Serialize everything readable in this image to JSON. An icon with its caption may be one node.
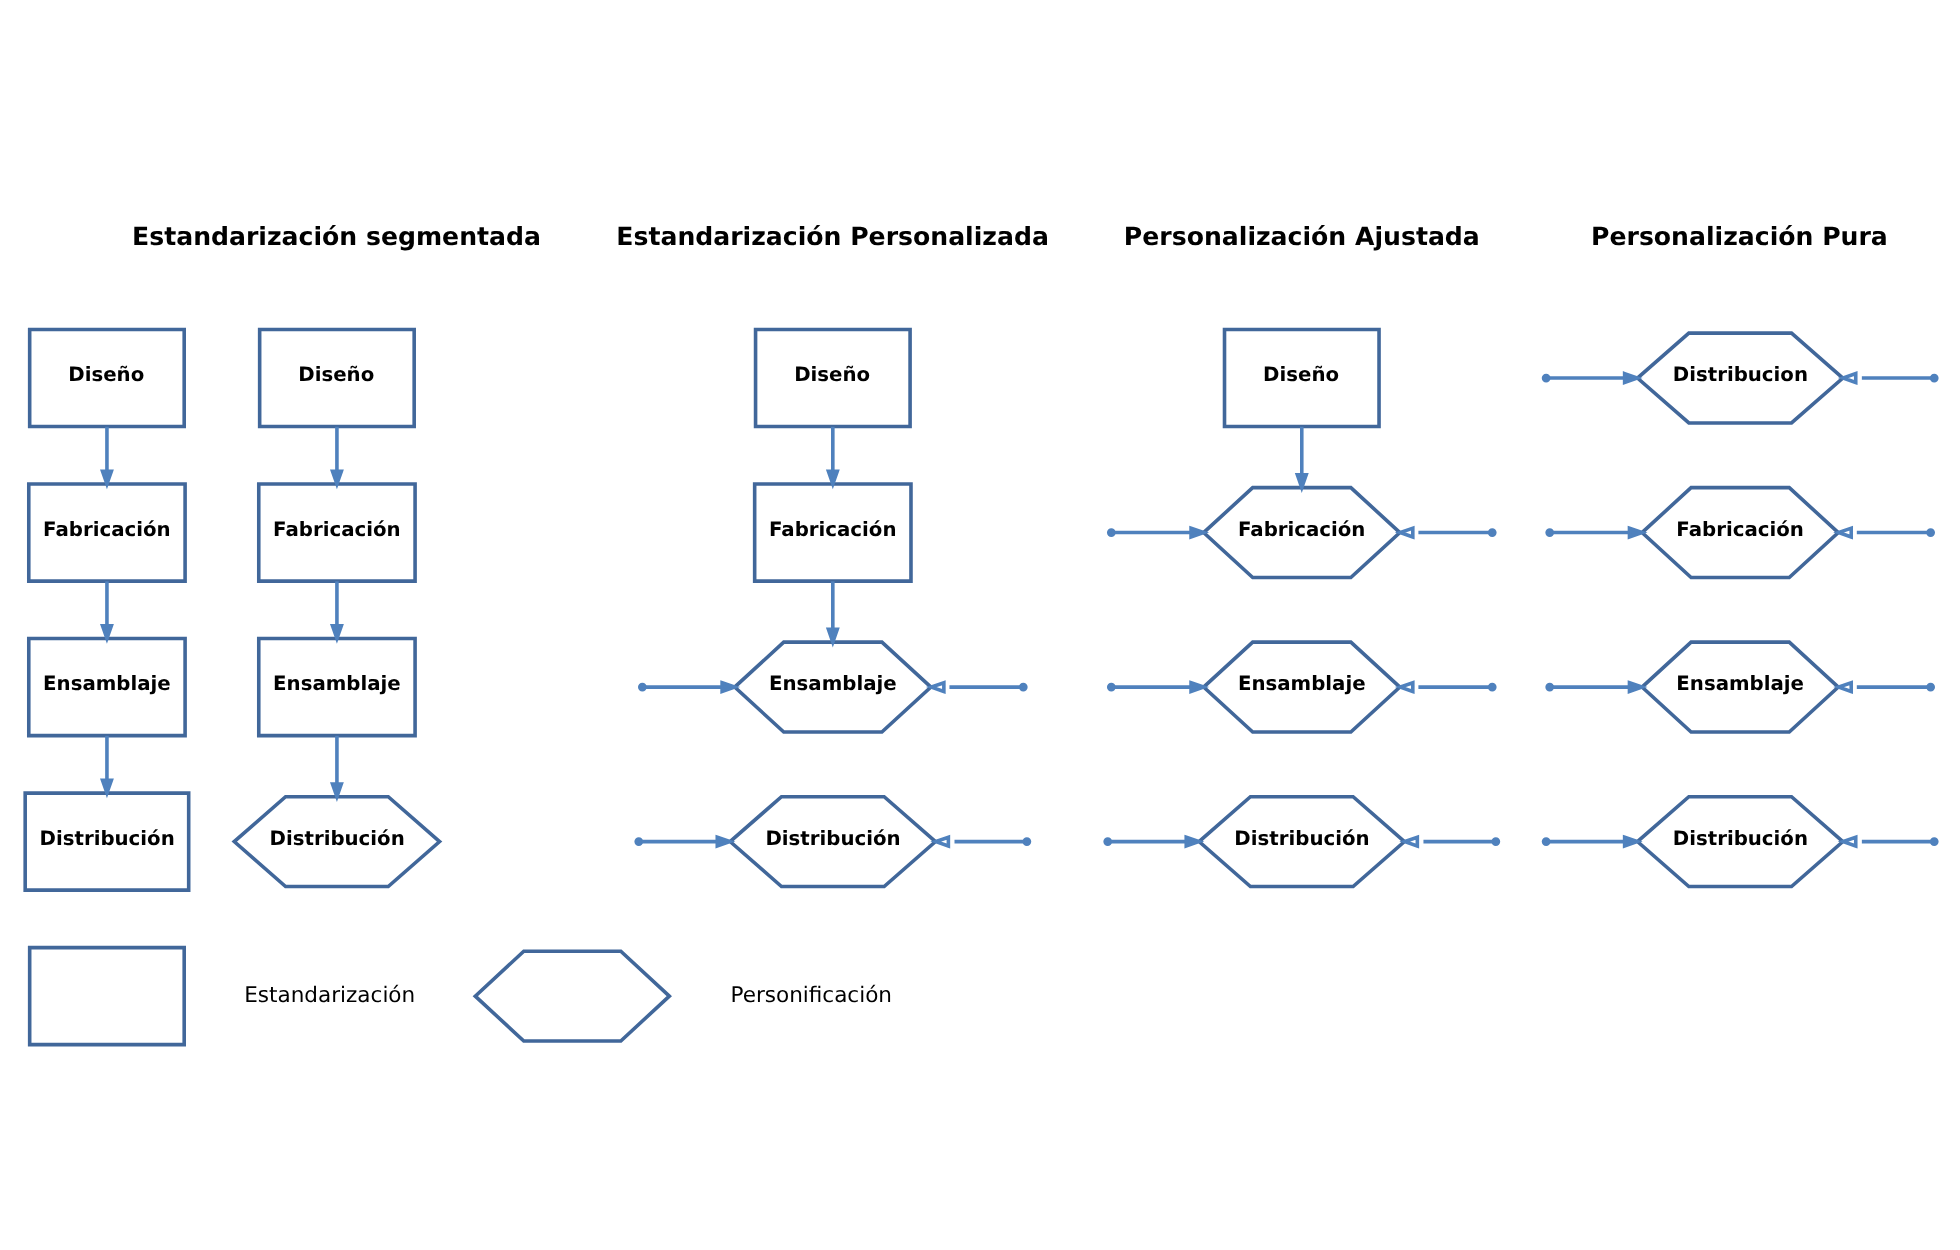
{
  "diagram": {
    "nodes": [
      {
        "text": [
          "Diseño"
        ]
      },
      {
        "text": [
          "Fabricación"
        ]
      },
      {
        "text": [
          "Ensamblaje"
        ]
      },
      {
        "text": [
          "Distribución"
        ]
      },
      {
        "text": [
          "Diseño"
        ]
      },
      {
        "text": [
          "Fabricación"
        ]
      },
      {
        "text": [
          "Ensamblaje"
        ]
      },
      {
        "text": [
          "Distribución"
        ]
      },
      {
        "text": [
          "Diseño"
        ]
      },
      {
        "text": [
          "Fabricación"
        ]
      },
      {
        "text": [
          "Ensamblaje"
        ]
      },
      {
        "text": [
          "Distribución"
        ]
      },
      {
        "text": [
          "Diseño"
        ]
      },
      {
        "text": [
          "Fabricación"
        ]
      },
      {
        "text": [
          "Ensamblaje"
        ]
      },
      {
        "text": [
          "Distribución"
        ]
      },
      {
        "text": [
          "Distribucion"
        ]
      },
      {
        "text": [
          "Fabricación"
        ]
      },
      {
        "text": [
          "Ensamblaje"
        ]
      },
      {
        "text": [
          "Distribución"
        ]
      },
      {
        "text": [],
        "shape": "box"
      },
      {
        "text": [],
        "shape": "hexagon"
      }
    ],
    "edges": [
      {
        "from": 0,
        "to": 1,
        "arrow": "to"
      },
      {
        "from": 1,
        "to": 2,
        "arrow": "to"
      },
      {
        "from": 2,
        "to": 3,
        "arrow": "to"
      },
      {
        "from": 4,
        "to": 5,
        "arrow": "to"
      },
      {
        "from": 5,
        "to": 6,
        "arrow": "to"
      },
      {
        "from": 6,
        "to": 7,
        "arrow": "to"
      },
      {
        "from": 8,
        "to": 9,
        "arrow": "to"
      },
      {
        "from": 9,
        "to": 10,
        "arrow": "to"
      },
      {
        "from": null,
        "to": 10,
        "arrow": "to"
      },
      {
        "from": null,
        "to": 10,
        "arrow": "to"
      },
      {
        "from": null,
        "to": 11,
        "arrow": "to"
      },
      {
        "from": null,
        "to": 11,
        "arrow": "to"
      },
      {
        "from": 12,
        "to": 13,
        "arrow": "to"
      },
      {
        "from": null,
        "to": 13,
        "arrow": "to"
      },
      {
        "from": null,
        "to": 13,
        "arrow": "to"
      },
      {
        "from": null,
        "to": 14,
        "arrow": "to"
      },
      {
        "from": null,
        "to": 14,
        "arrow": "to"
      },
      {
        "from": null,
        "to": 15,
        "arrow": "to"
      },
      {
        "from": null,
        "to": 15,
        "arrow": "to"
      },
      {
        "from": null,
        "to": 16,
        "arrow": "to"
      },
      {
        "from": null,
        "to": 16,
        "arrow": "to"
      },
      {
        "from": null,
        "to": 17,
        "arrow": "to"
      },
      {
        "from": null,
        "to": 17,
        "arrow": "to"
      },
      {
        "from": null,
        "to": 18,
        "arrow": "to"
      },
      {
        "from": null,
        "to": 18,
        "arrow": "to"
      },
      {
        "from": null,
        "to": 19,
        "arrow": "to"
      },
      {
        "from": null,
        "to": 19,
        "arrow": "to"
      }
    ],
    "labels": [
      "Estandarización segmentada",
      "Estandarización Personalizada",
      "Personalización Ajustada",
      "Personalización Pura"
    ],
    "legend": [
      {
        "text": "Estandarización"
      },
      {
        "text": "Personificación"
      }
    ]
  }
}
